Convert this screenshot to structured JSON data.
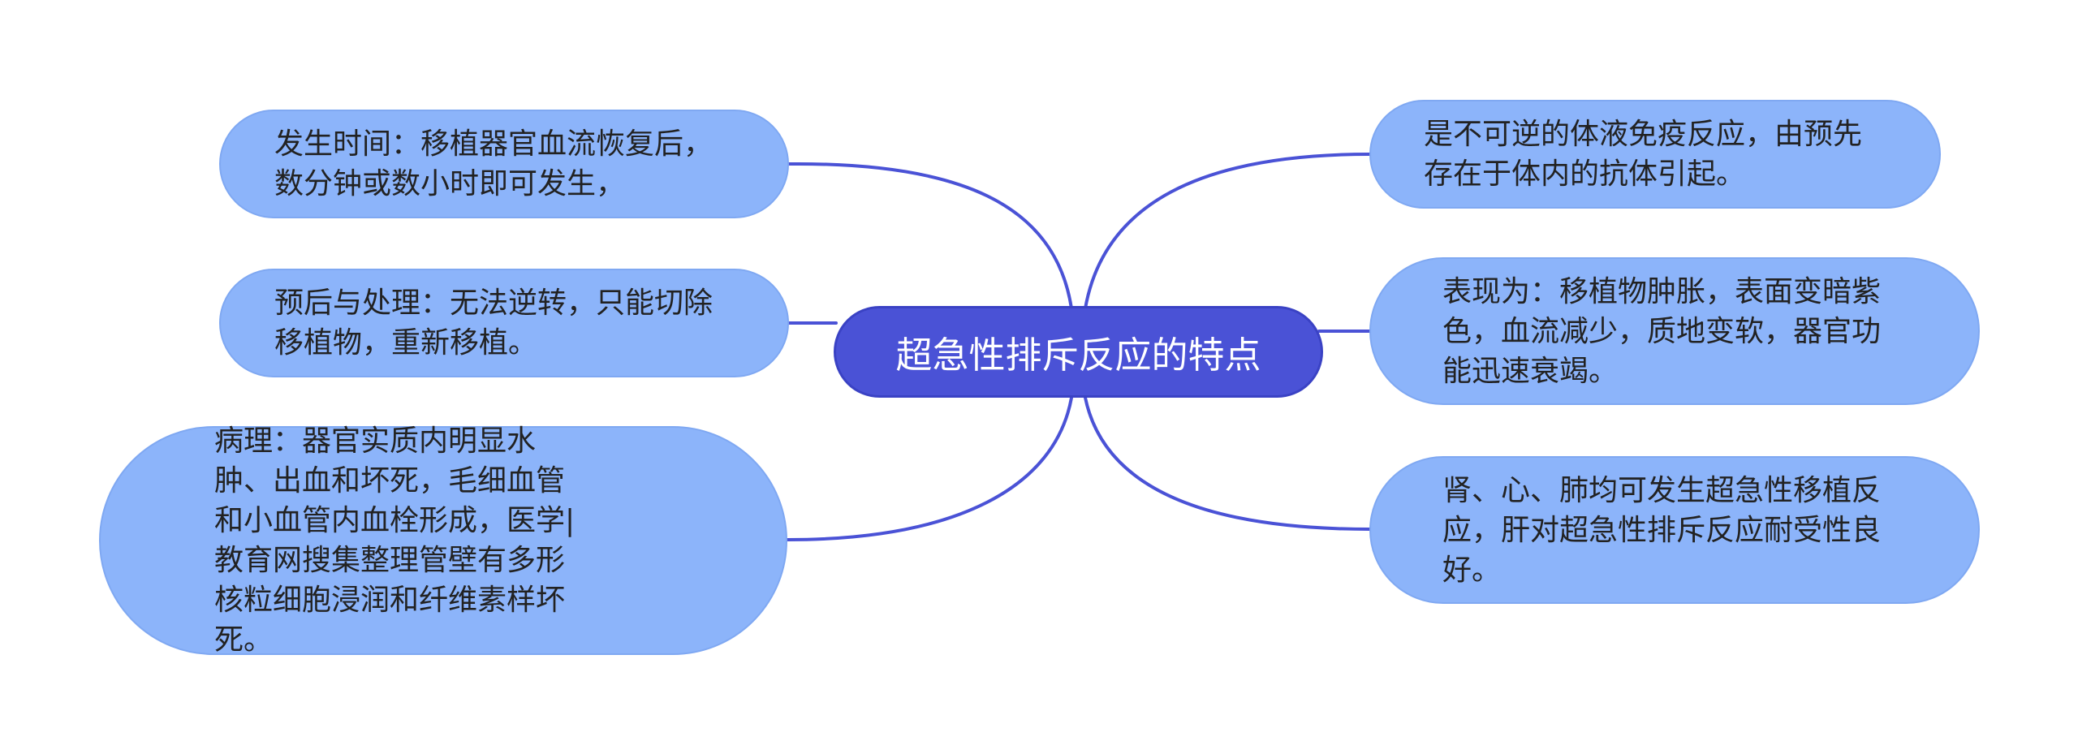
{
  "colors": {
    "center_fill": "#4a52d6",
    "node_fill": "#8cb4fa",
    "connector": "#4a52d6"
  },
  "center": {
    "label": "超急性排斥反应的特点"
  },
  "left_nodes": [
    {
      "text": "发生时间：移植器官血流恢复后，数分钟或数小时即可发生，"
    },
    {
      "text": "预后与处理：无法逆转，只能切除移植物，重新移植。"
    },
    {
      "text": "病理：器官实质内明显水肿、出血和坏死，毛细血管和小血管内血栓形成，医学|教育网搜集整理管壁有多形核粒细胞浸润和纤维素样坏死。"
    }
  ],
  "right_nodes": [
    {
      "text": "是不可逆的体液免疫反应，由预先存在于体内的抗体引起。"
    },
    {
      "text": "表现为：移植物肿胀，表面变暗紫色，血流减少，质地变软，器官功能迅速衰竭。"
    },
    {
      "text": "肾、心、肺均可发生超急性移植反应，肝对超急性排斥反应耐受性良好。"
    }
  ]
}
